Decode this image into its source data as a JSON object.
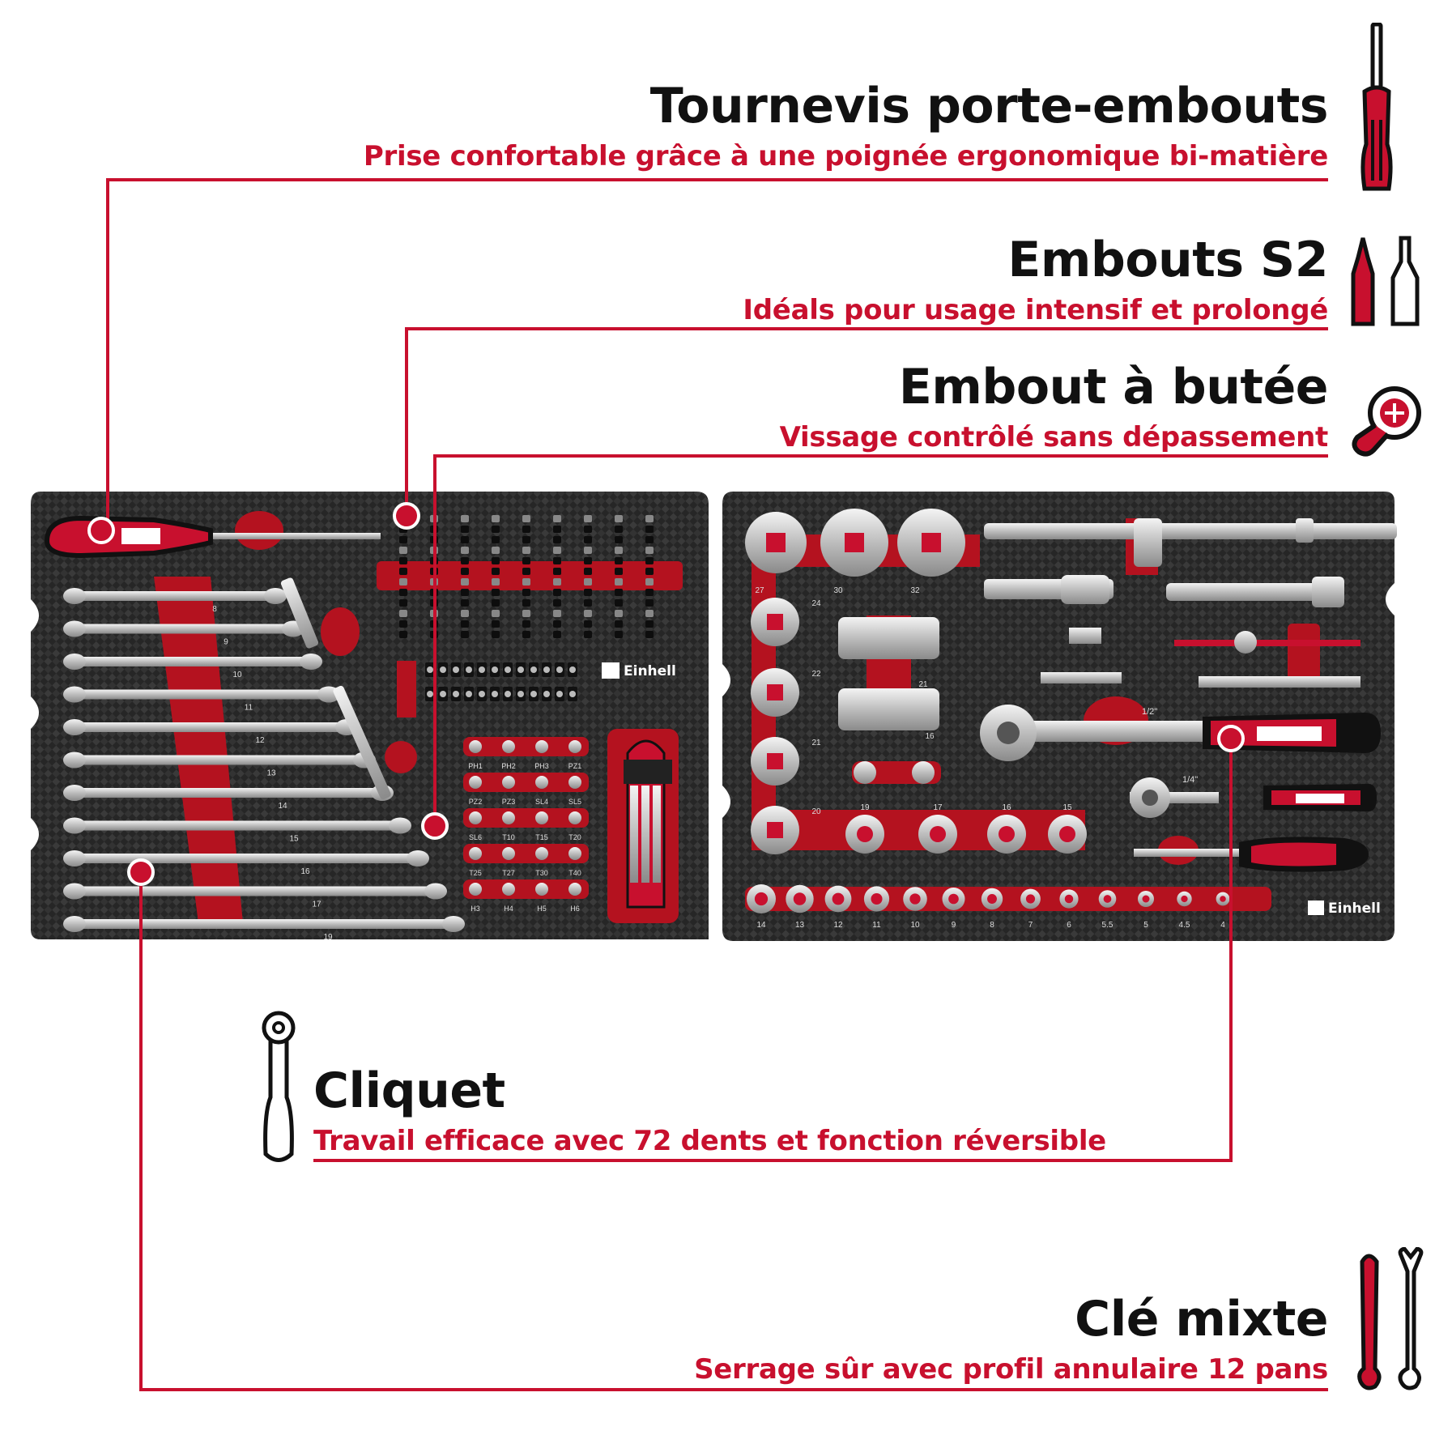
{
  "colors": {
    "accent": "#c8102e",
    "dark": "#111111",
    "tray": "#2a2a2a",
    "foam_red": "#b4121f"
  },
  "features": [
    {
      "id": "screwdriver",
      "title": "Tournevis porte-embouts",
      "desc": "Prise confortable grâce à une poignée ergonomique bi-matière",
      "icon": "screwdriver-icon"
    },
    {
      "id": "bits",
      "title": "Embouts S2",
      "desc": "Idéals pour usage intensif et prolongé",
      "icon": "bits-icon"
    },
    {
      "id": "stop-bit",
      "title": "Embout à butée",
      "desc": "Vissage contrôlé sans dépassement",
      "icon": "stop-bit-icon"
    },
    {
      "id": "ratchet",
      "title": "Cliquet",
      "desc": "Travail efficace avec 72 dents et fonction réversible",
      "icon": "ratchet-icon"
    },
    {
      "id": "wrench",
      "title": "Clé mixte",
      "desc": "Serrage sûr avec profil annulaire 12 pans",
      "icon": "wrench-icon"
    }
  ],
  "tray_left": {
    "brand": "Einhell",
    "wrench_sizes": [
      "8",
      "9",
      "10",
      "11",
      "12",
      "13",
      "14",
      "15",
      "16",
      "17",
      "19"
    ],
    "bit_labels": [
      [
        "PH1",
        "PH2",
        "PH3",
        "PZ1"
      ],
      [
        "PZ2",
        "PZ3",
        "SL4",
        "SL5"
      ],
      [
        "SL6",
        "T10",
        "T15",
        "T20"
      ],
      [
        "T25",
        "T27",
        "T30",
        "T40"
      ],
      [
        "H3",
        "H4",
        "H5",
        "H6"
      ]
    ]
  },
  "tray_right": {
    "brand": "Einhell",
    "large_socket_sizes": [
      "27",
      "30",
      "32",
      "24",
      "22",
      "21",
      "20"
    ],
    "mid_socket_sizes": [
      "19",
      "17",
      "16",
      "15"
    ],
    "deep_socket_sizes": [
      "21",
      "16"
    ],
    "small_socket_sizes": [
      "14",
      "13",
      "12",
      "11",
      "10",
      "9",
      "8",
      "7",
      "6",
      "5.5",
      "5",
      "4.5",
      "4"
    ],
    "drive_labels": [
      "1/2\"",
      "1/4\""
    ]
  }
}
